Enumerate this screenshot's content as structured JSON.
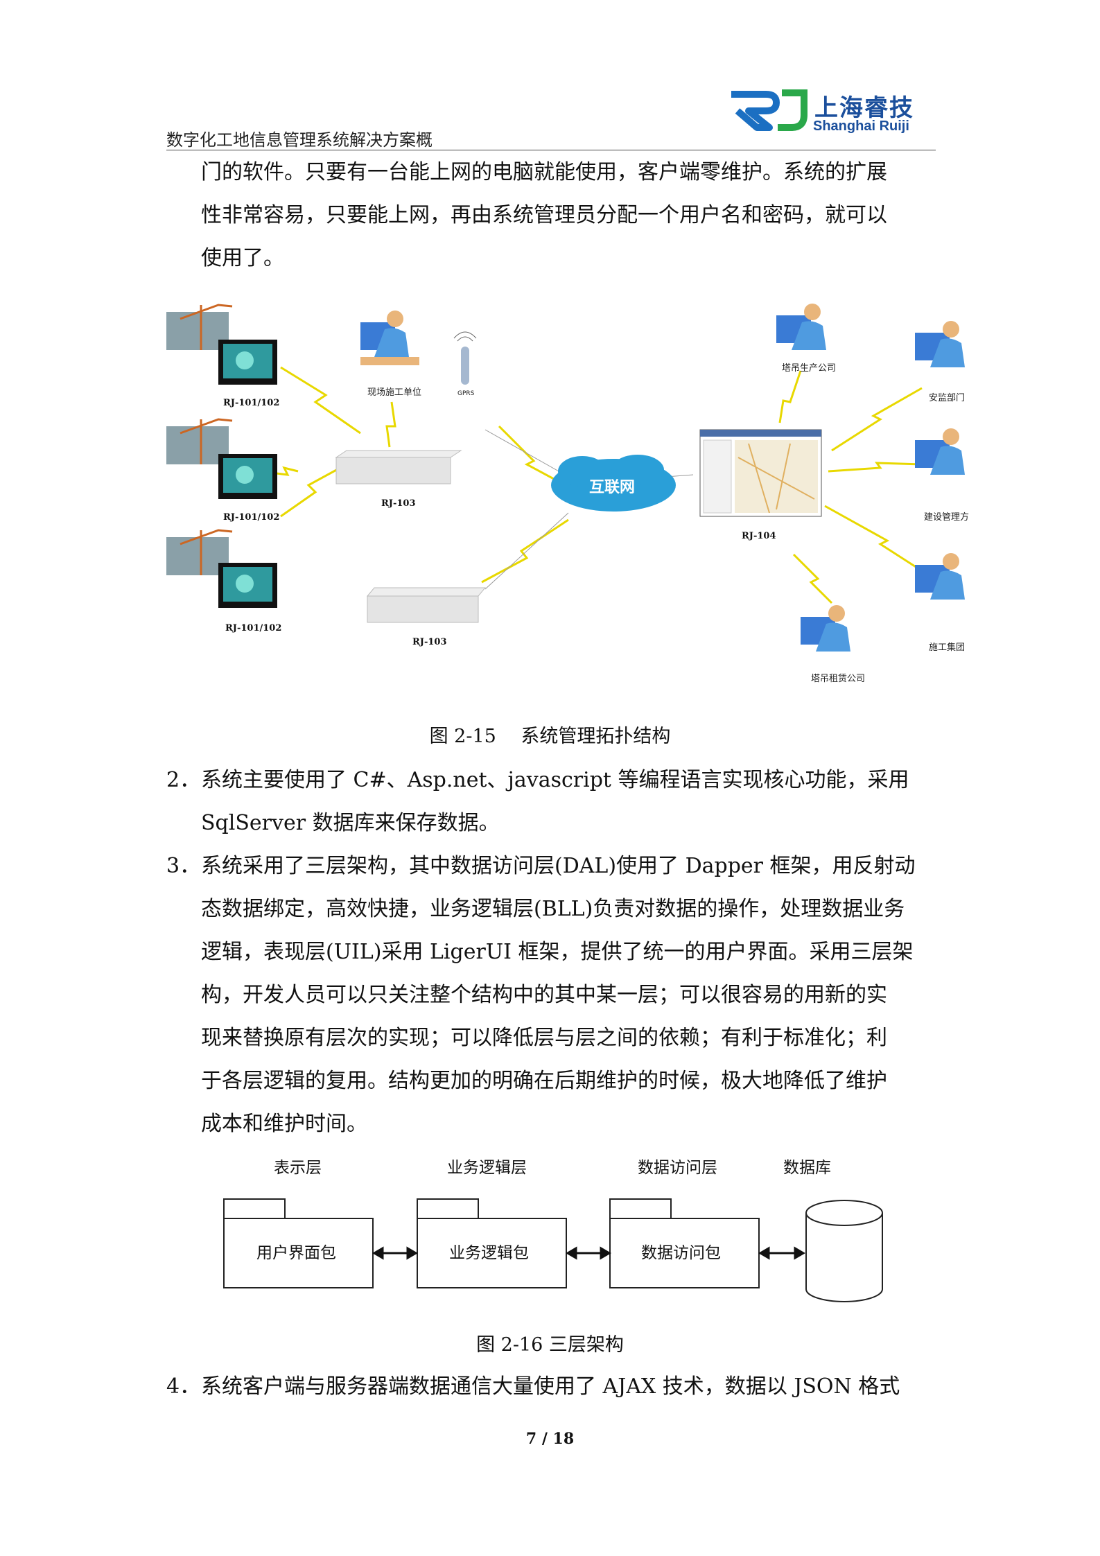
{
  "header": {
    "doc_title": "数字化工地信息管理系统解决方案概",
    "logo_cn": "上海睿技",
    "logo_en": "Shanghai Ruiji"
  },
  "intro_lines": [
    "门的软件。只要有一台能上网的电脑就能使用，客户端零维护。系统的扩展",
    "性非常容易，只要能上网，再由系统管理员分配一个用户名和密码，就可以",
    "使用了。"
  ],
  "topology": {
    "devices": [
      "RJ-101/102",
      "RJ-101/102",
      "RJ-101/102"
    ],
    "site_unit": "现场施工单位",
    "gprs": "GPRS",
    "hub1": "RJ-103",
    "hub2": "RJ-103",
    "cloud": "互联网",
    "server": "RJ-104",
    "users": [
      "塔吊生产公司",
      "安监部门",
      "建设管理方",
      "施工集团",
      "塔吊租赁公司"
    ]
  },
  "fig15_caption": "图 2-15　 系统管理拓扑结构",
  "item2": {
    "num": "2．",
    "lines": [
      "系统主要使用了 C#、Asp.net、javascript 等编程语言实现核心功能，采用",
      "SqlServer 数据库来保存数据。"
    ]
  },
  "item3": {
    "num": "3．",
    "lines": [
      "系统采用了三层架构，其中数据访问层(DAL)使用了 Dapper 框架，用反射动",
      "态数据绑定，高效快捷，业务逻辑层(BLL)负责对数据的操作，处理数据业务",
      "逻辑，表现层(UIL)采用 LigerUI 框架，提供了统一的用户界面。采用三层架",
      "构，开发人员可以只关注整个结构中的其中某一层；可以很容易的用新的实",
      "现来替换原有层次的实现；可以降低层与层之间的依赖；有利于标准化；利",
      "于各层逻辑的复用。结构更加的明确在后期维护的时候，极大地降低了维护",
      "成本和维护时间。"
    ]
  },
  "architecture": {
    "layers": [
      "表示层",
      "业务逻辑层",
      "数据访问层",
      "数据库"
    ],
    "packages": [
      "用户界面包",
      "业务逻辑包",
      "数据访问包"
    ]
  },
  "fig16_caption": "图 2-16  三层架构",
  "item4": {
    "num": "4．",
    "line": "系统客户端与服务器端数据通信大量使用了 AJAX 技术，数据以 JSON 格式"
  },
  "footer": {
    "page": "7 / 18"
  },
  "colors": {
    "brand": "#1b4f9c",
    "logo_green": "#2aa84a",
    "cloud": "#2a9fd8"
  }
}
